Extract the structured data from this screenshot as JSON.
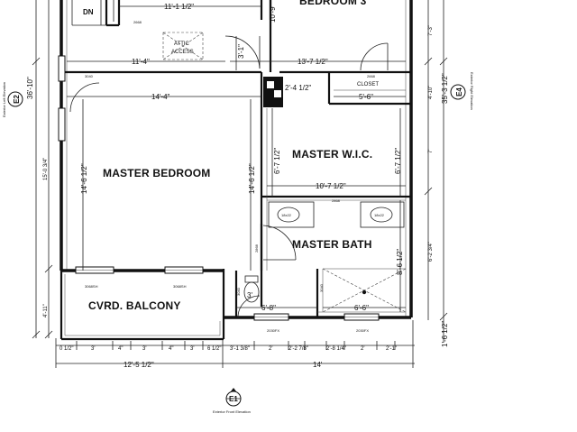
{
  "rooms": {
    "bedroom3": "BEDROOM 3",
    "master_bedroom": "MASTER BEDROOM",
    "master_wic": "MASTER W.I.C.",
    "master_bath": "MASTER BATH",
    "balcony": "CVRD. BALCONY",
    "closet": "CLOSET",
    "attic_access_1": "ATTIC",
    "attic_access_2": "ACCESS",
    "dn": "DN"
  },
  "dimensions": {
    "d_11_1": "11'-1 1/2\"",
    "d_10_9": "10'-9\"",
    "d_11_4": "11'-4\"",
    "d_3_1": "3'-1\"",
    "d_13_7": "13'-7 1/2\"",
    "d_14_4": "14'-4\"",
    "d_2_4": "2'-4 1/2\"",
    "d_5_6": "5'-6\"",
    "d_7_3": "7'-3\"",
    "d_4_10": "4'-10\"",
    "d_6_7a": "6'-7 1/2\"",
    "d_6_7b": "6'-7 1/2\"",
    "d_10_7": "10'-7 1/2\"",
    "d_14_6a": "14'-6 1/2\"",
    "d_14_6b": "14'-6 1/2\"",
    "d_8_6": "8'-6 1/2\"",
    "d_6_8": "6'-8\"",
    "d_6_6": "6'-6\"",
    "d_3_0": "3'",
    "d_36_10": "36'-10\"",
    "d_35_3": "35'-3 1/2\"",
    "d_1_6": "1'-6 1/2\"",
    "d_12_5": "12'-5 1/2\"",
    "d_14": "14'",
    "d_15_0": "15'-0 3/4\"",
    "d_4_11": "4'-11\"",
    "d_6_2": "6'-2 3/4\"",
    "d_7": "7'",
    "b_0_1": "0 1/2\"",
    "b_3a": "3'",
    "b_4a": "4\"",
    "b_3b": "3'",
    "b_4b": "4\"",
    "b_3c": "3'",
    "b_6": "6 1/2\"",
    "b_3_1": "3'-1 3/8\"",
    "b_2a": "2'",
    "b_2_2": "2'-2 7/8\"",
    "b_2_8": "2'-8 1/4\"",
    "b_2b": "2'",
    "b_2_1": "2'-1\""
  },
  "labels": {
    "e1": "E1",
    "e2": "E2",
    "e4": "E4",
    "front_elev": "Exterior Front Elevation",
    "left_elev": "Exterior Left Elevation",
    "right_elev": "Exterior Right Elevation",
    "win_3040a": "3040",
    "win_3040b": "3040",
    "win_3040c": "3040",
    "win_3068a": "3068SH",
    "win_3068b": "3068SH",
    "win_2030a": "2030FX",
    "win_2030b": "2030FX",
    "door_2668a": "2668",
    "door_2668b": "2668",
    "door_2868": "2868",
    "door_2868b": "2868",
    "sink_left": "18x22",
    "sink_right": "18x22"
  }
}
